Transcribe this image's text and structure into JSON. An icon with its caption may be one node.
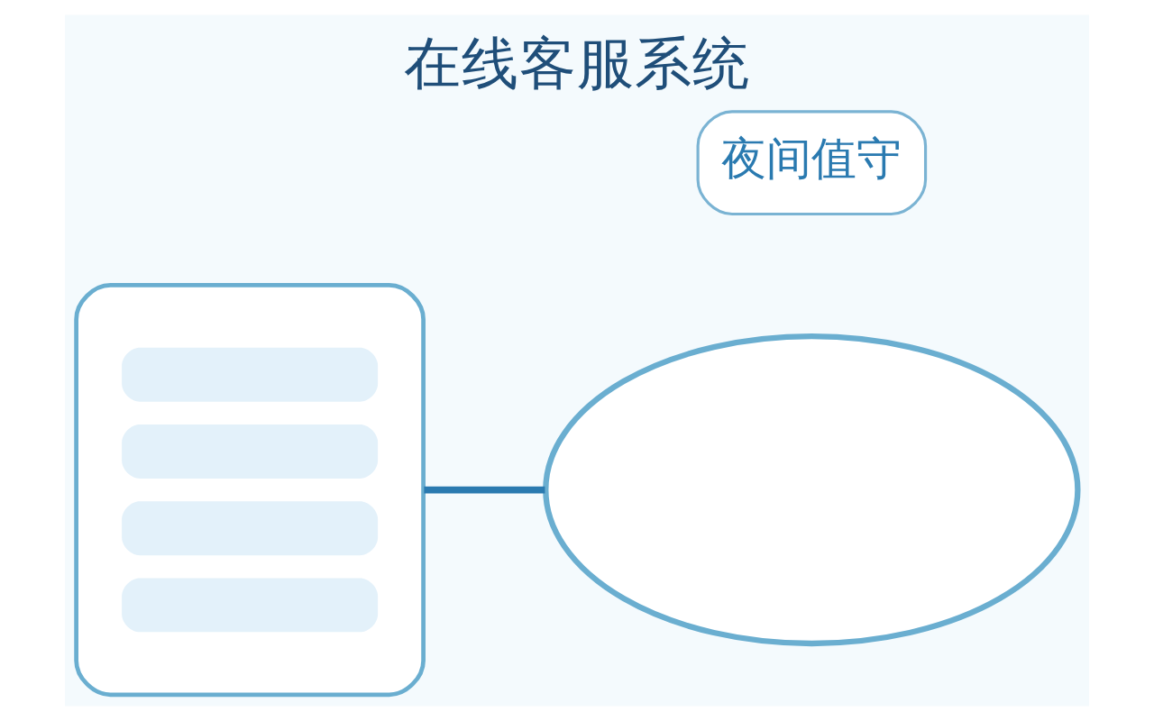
{
  "diagram": {
    "title": "在线客服系统",
    "nodes": [
      {
        "text": [],
        "shape": "box"
      },
      {
        "text": [],
        "shape": "cloud"
      },
      {
        "text": [
          "夜间值守"
        ]
      }
    ],
    "edges": [
      {
        "from": 0,
        "to": 1,
        "arrow": "none"
      }
    ]
  }
}
